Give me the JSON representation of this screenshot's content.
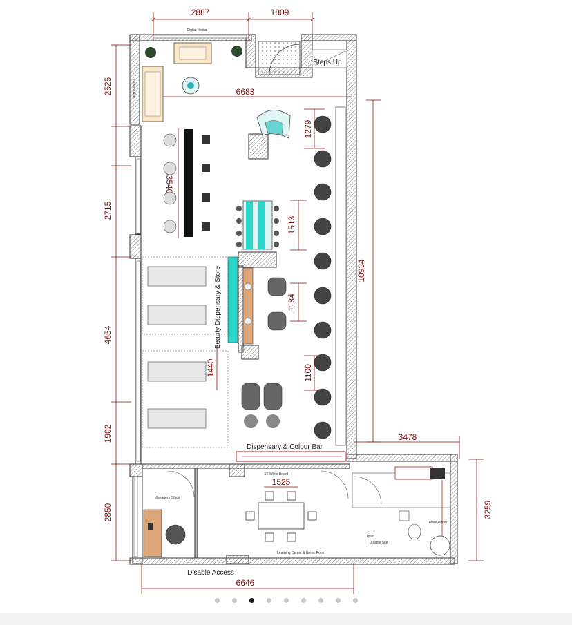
{
  "dimensions": {
    "top_left": "2887",
    "top_right": "1809",
    "inner_width": "6683",
    "left_1": "2525",
    "left_2": "2715",
    "left_3": "4654",
    "left_4": "1902",
    "left_5": "2850",
    "bar_length": "3540",
    "reception": "1279",
    "nail_table": "1513",
    "wash_spacing": "1184",
    "station_spacing": "1100",
    "bed_spacing": "1440",
    "right_length": "10934",
    "wing_width": "3478",
    "wing_height": "3259",
    "table_width": "1525",
    "bottom_width": "6646"
  },
  "rooms": {
    "digital_media_top": "Digital Media",
    "digital_media_side": "Digital Media",
    "steps_up": "Steps Up",
    "beauty_dispensary": "Beauty Dispensary & Store",
    "dispensary_colour_bar": "Dispensary & Colour Bar",
    "white_board": "1T White Board",
    "managers_office": "Managers Office",
    "learning_center": "Learning Center & Break Room",
    "toilet": "Toilet",
    "disable_site": "Disable Site",
    "plant_room": "Plant Room",
    "disable_access": "Disable Access"
  },
  "carousel": {
    "count": 9,
    "active_index": 2
  }
}
